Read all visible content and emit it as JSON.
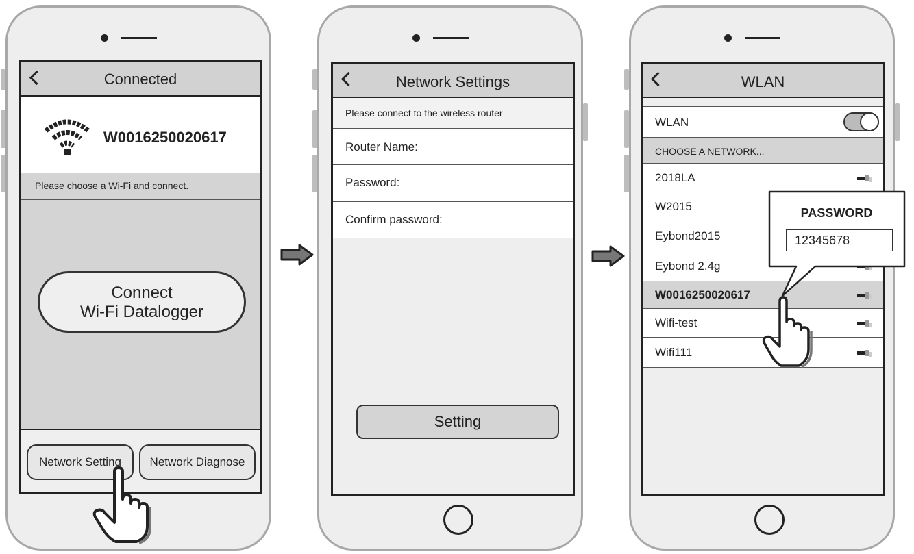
{
  "phone1": {
    "title": "Connected",
    "device_id": "W0016250020617",
    "instruction": "Please choose a Wi-Fi and connect.",
    "connect_button_line1": "Connect",
    "connect_button_line2": "Wi-Fi Datalogger",
    "network_setting_button": "Network Setting",
    "network_diagnose_button": "Network Diagnose"
  },
  "phone2": {
    "title": "Network Settings",
    "instruction": "Please connect to the wireless router",
    "fields": [
      "Router Name:",
      "Password:",
      "Confirm password:"
    ],
    "setting_button": "Setting"
  },
  "phone3": {
    "title": "WLAN",
    "wlan_label": "WLAN",
    "wlan_toggle_on": true,
    "section_header": "CHOOSE A NETWORK...",
    "networks": [
      "2018LA",
      "W2015",
      "Eybond2015",
      "Eybond 2.4g",
      "W0016250020617",
      "Wifi-test",
      "Wifi111"
    ],
    "selected_network": "W0016250020617",
    "password_popup_title": "PASSWORD",
    "password_value": "12345678"
  },
  "icons": [
    "back-icon",
    "wifi-icon",
    "signal-icon",
    "hand-pointer-icon",
    "arrow-right-icon",
    "toggle-switch"
  ],
  "colors": {
    "title_bar": "#d2d2d2",
    "panel_gray": "#d4d4d4",
    "phone_body": "#eeeeee",
    "phone_border": "#a8a8a8"
  }
}
